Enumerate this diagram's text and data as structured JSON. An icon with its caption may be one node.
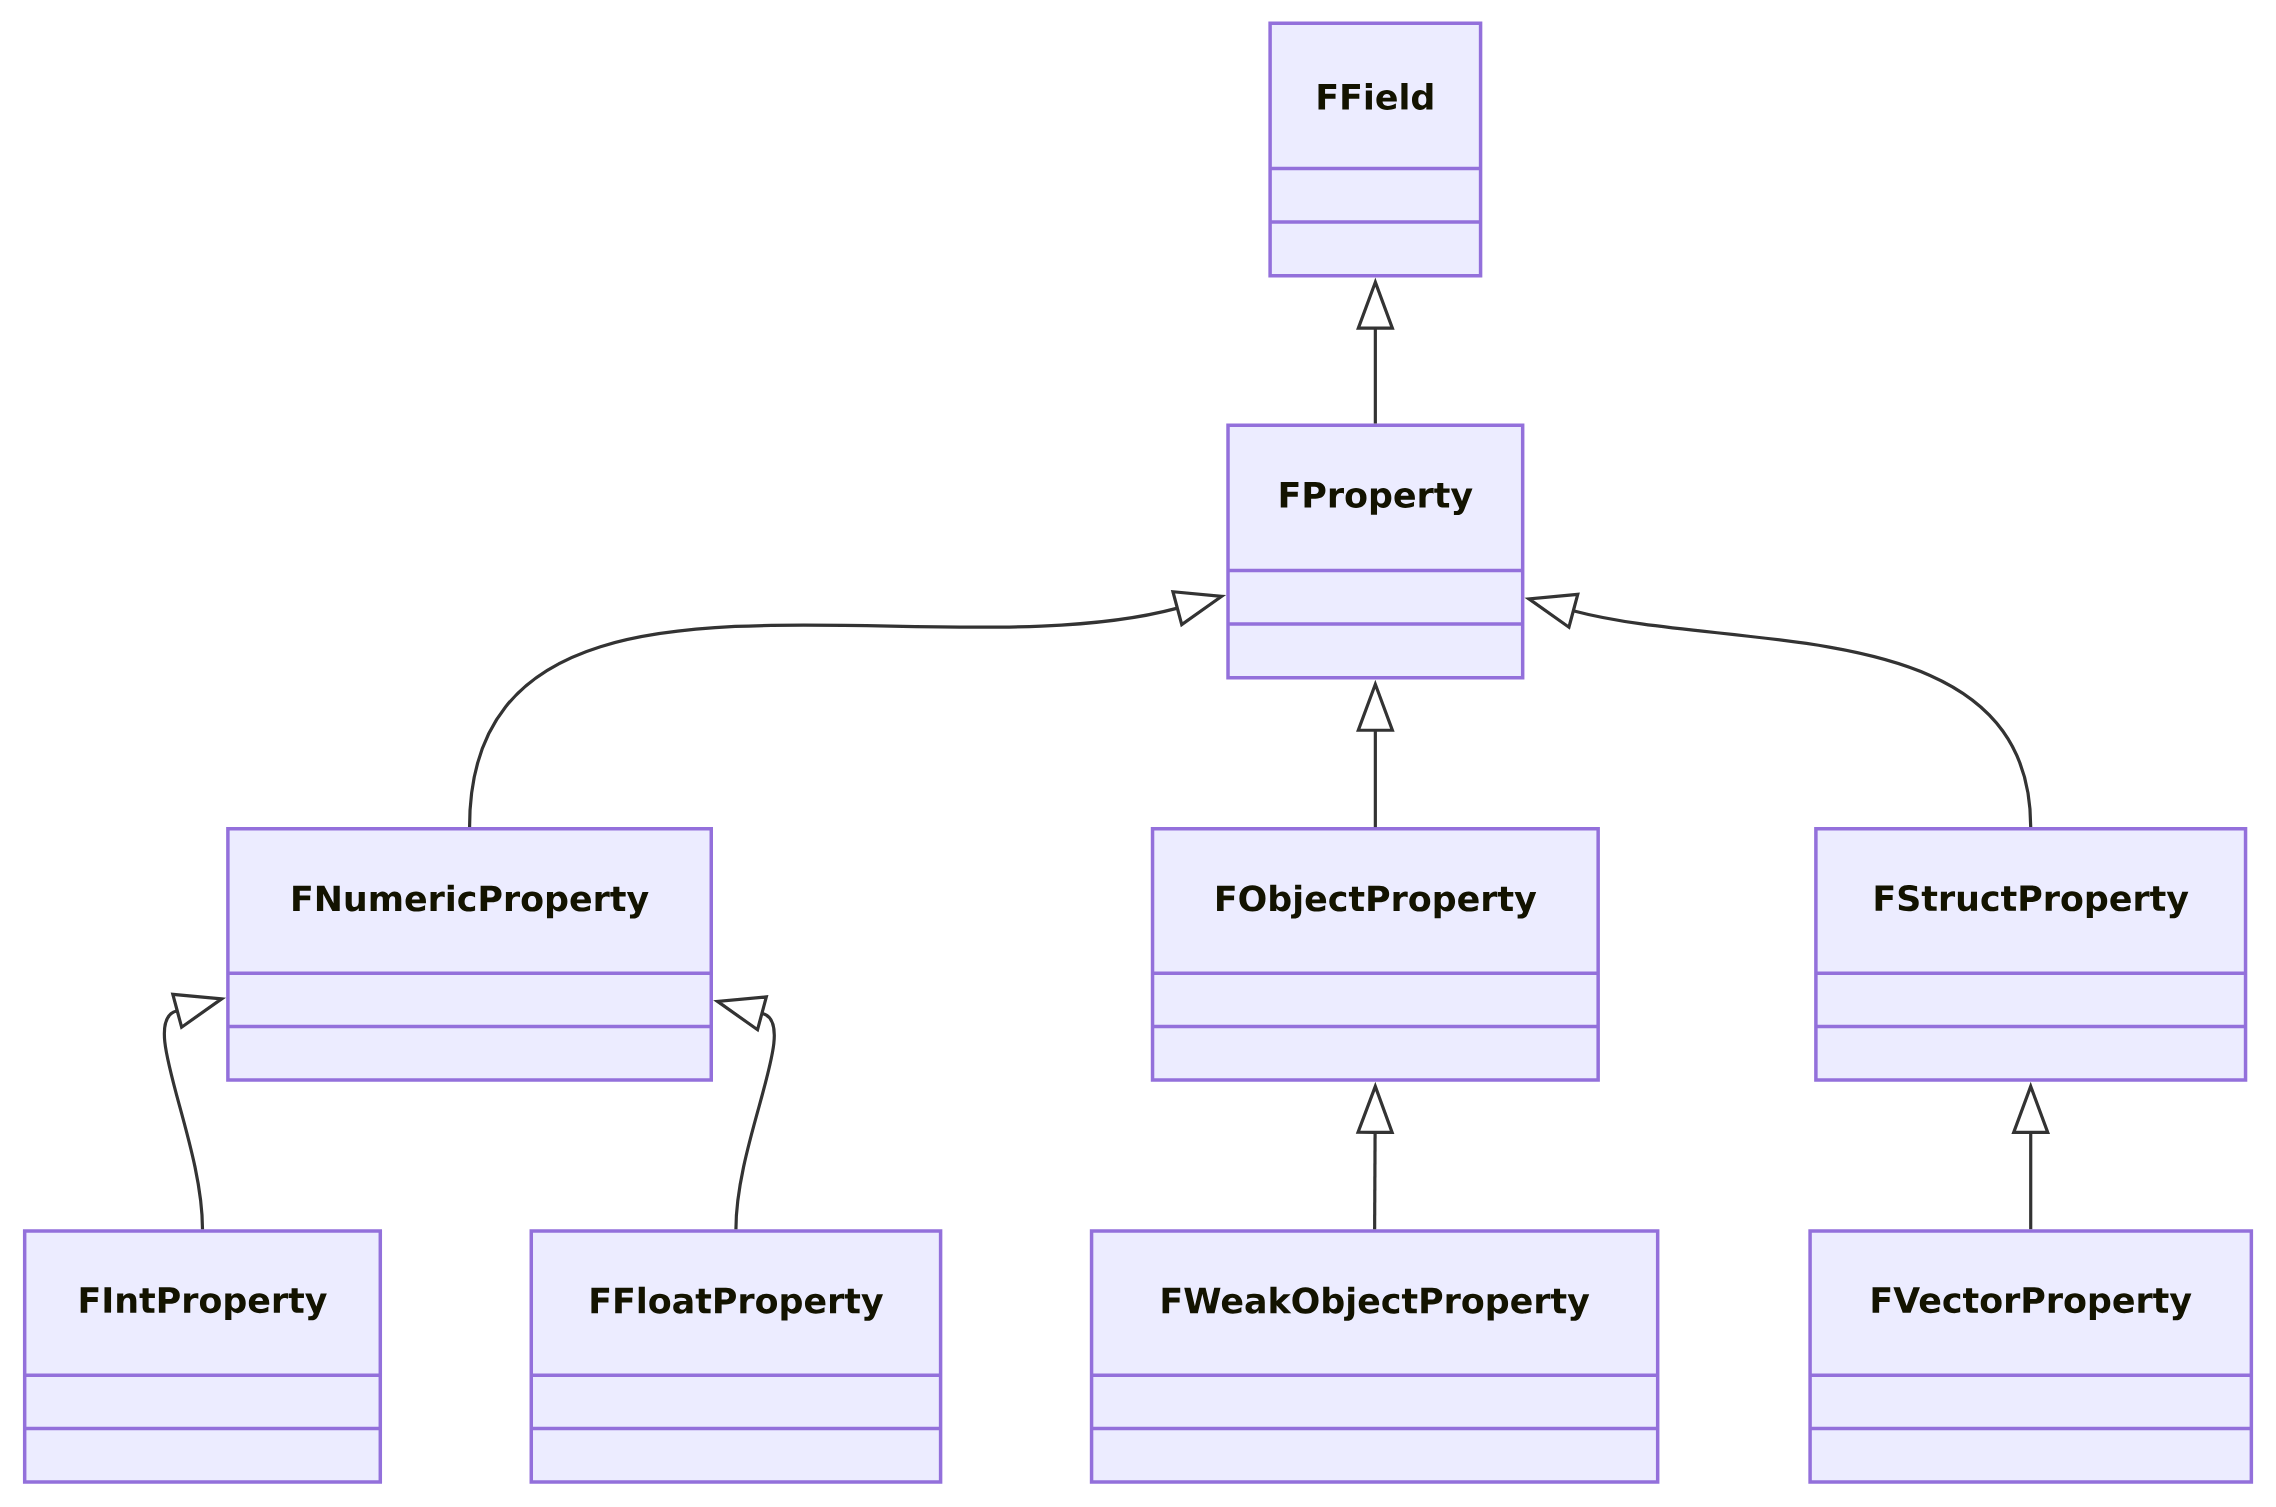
{
  "diagram": {
    "nodes": [
      {
        "text": [
          "FField"
        ]
      },
      {
        "text": [
          "FProperty"
        ]
      },
      {
        "text": [
          "FNumericProperty"
        ]
      },
      {
        "text": [
          "FObjectProperty"
        ]
      },
      {
        "text": [
          "FStructProperty"
        ]
      },
      {
        "text": [
          "FIntProperty"
        ]
      },
      {
        "text": [
          "FFloatProperty"
        ]
      },
      {
        "text": [
          "FWeakObjectProperty"
        ]
      },
      {
        "text": [
          "FVectorProperty"
        ]
      }
    ],
    "edges": [
      {
        "from": 1,
        "to": 0,
        "arrow": "to"
      },
      {
        "from": 2,
        "to": 1,
        "arrow": "to"
      },
      {
        "from": 3,
        "to": 1,
        "arrow": "to"
      },
      {
        "from": 4,
        "to": 1,
        "arrow": "to"
      },
      {
        "from": 5,
        "to": 2,
        "arrow": "to"
      },
      {
        "from": 6,
        "to": 2,
        "arrow": "to"
      },
      {
        "from": 7,
        "to": 3,
        "arrow": "to"
      },
      {
        "from": 8,
        "to": 4,
        "arrow": "to"
      }
    ]
  }
}
